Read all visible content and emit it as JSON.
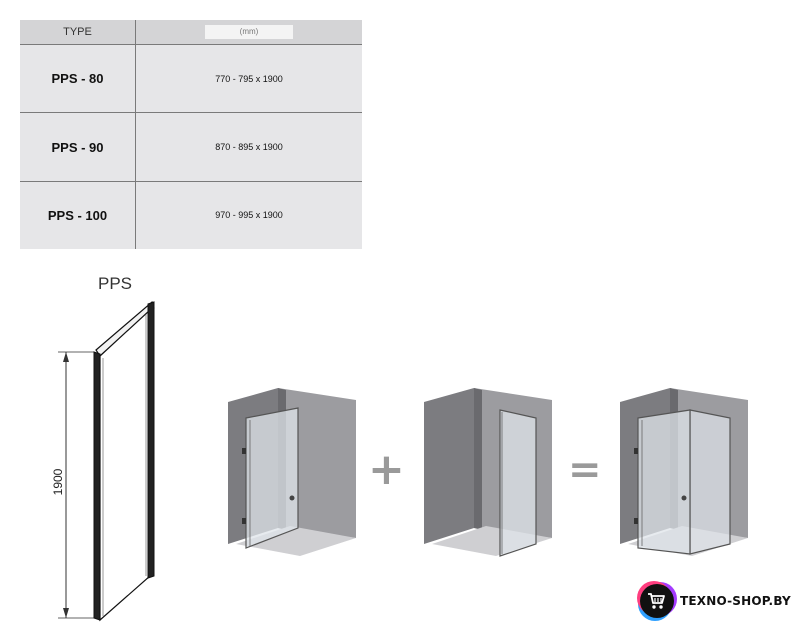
{
  "table": {
    "header_type": "TYPE",
    "header_dimensions": "(mm)",
    "rows": [
      {
        "type": "PPS - 80",
        "size": "770 - 795 x 1900"
      },
      {
        "type": "PPS - 90",
        "size": "870 - 895 x 1900"
      },
      {
        "type": "PPS - 100",
        "size": "970 - 995 x 1900"
      }
    ]
  },
  "drawing": {
    "label": "PPS",
    "height_label": "1900"
  },
  "configuration": {
    "plus": "+",
    "equals": "=",
    "steps": [
      {
        "icon": "shower-door-enclosure-icon"
      },
      {
        "icon": "side-panel-enclosure-icon"
      },
      {
        "icon": "corner-shower-enclosure-icon"
      }
    ]
  },
  "logo": {
    "text": "TEXNO-SHOP.BY",
    "icon": "shopping-cart-icon",
    "colors": [
      "#ff3d7f",
      "#a43bff",
      "#2fa0ff"
    ]
  }
}
